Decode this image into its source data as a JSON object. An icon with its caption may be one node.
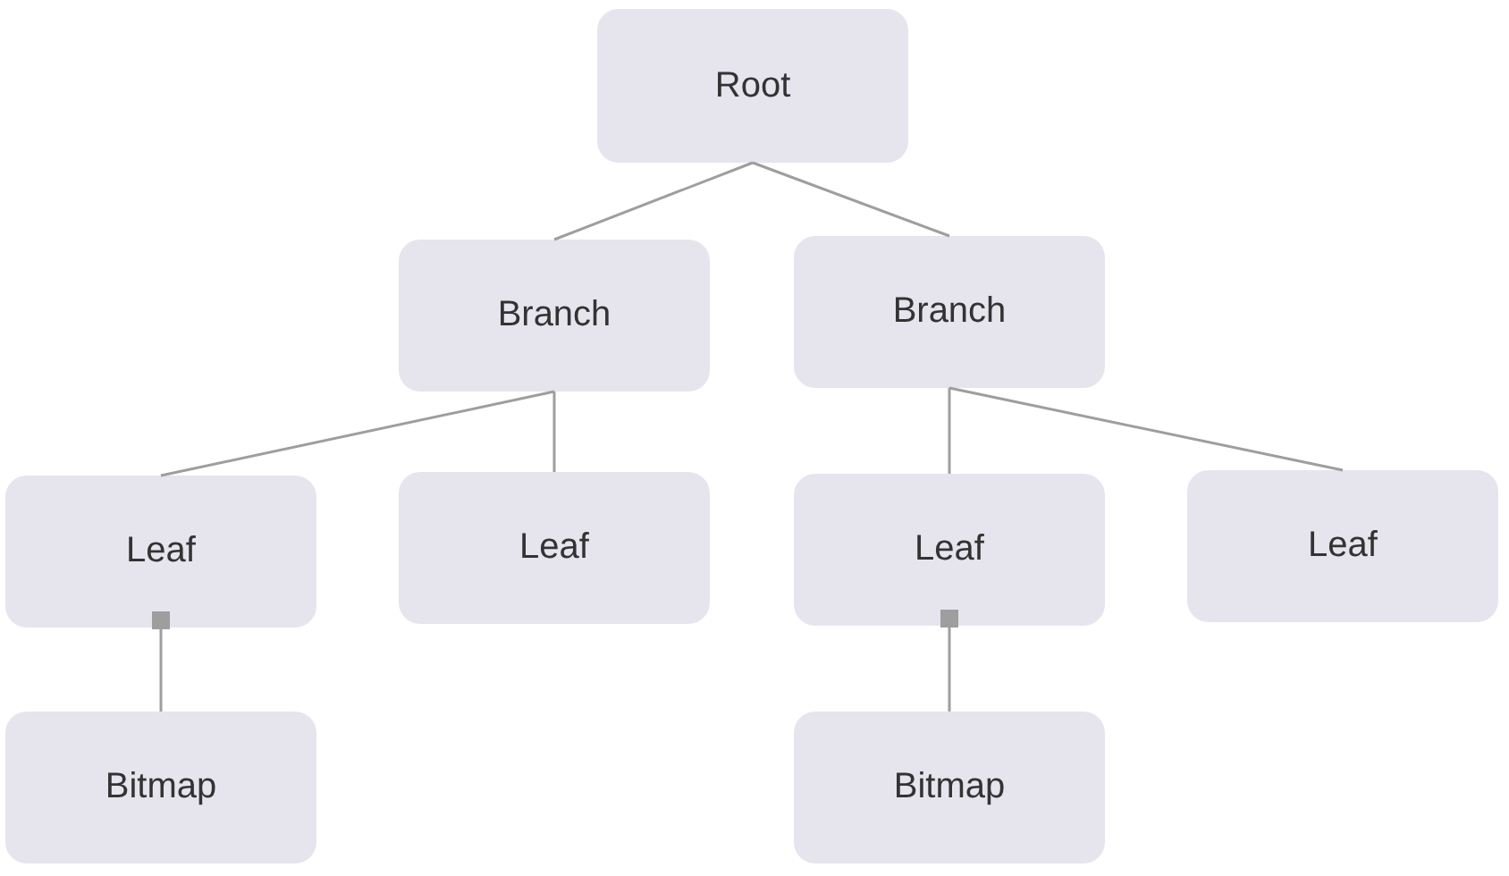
{
  "diagram": {
    "nodes": [
      {
        "text": [
          "Root"
        ]
      },
      {
        "text": [
          "Branch"
        ]
      },
      {
        "text": [
          "Branch"
        ]
      },
      {
        "text": [
          "Leaf"
        ]
      },
      {
        "text": [
          "Leaf"
        ]
      },
      {
        "text": [
          "Leaf"
        ]
      },
      {
        "text": [
          "Leaf"
        ]
      },
      {
        "text": [
          "Bitmap"
        ]
      },
      {
        "text": [
          "Bitmap"
        ]
      }
    ],
    "edges": [
      {
        "from": 0,
        "to": 1,
        "arrow": "none"
      },
      {
        "from": 0,
        "to": 2,
        "arrow": "none"
      },
      {
        "from": 1,
        "to": 3,
        "arrow": "none"
      },
      {
        "from": 1,
        "to": 4,
        "arrow": "none"
      },
      {
        "from": 2,
        "to": 5,
        "arrow": "none"
      },
      {
        "from": 2,
        "to": 6,
        "arrow": "none"
      },
      {
        "from": 3,
        "to": 7,
        "arrow": "other"
      },
      {
        "from": 5,
        "to": 8,
        "arrow": "other"
      }
    ]
  }
}
